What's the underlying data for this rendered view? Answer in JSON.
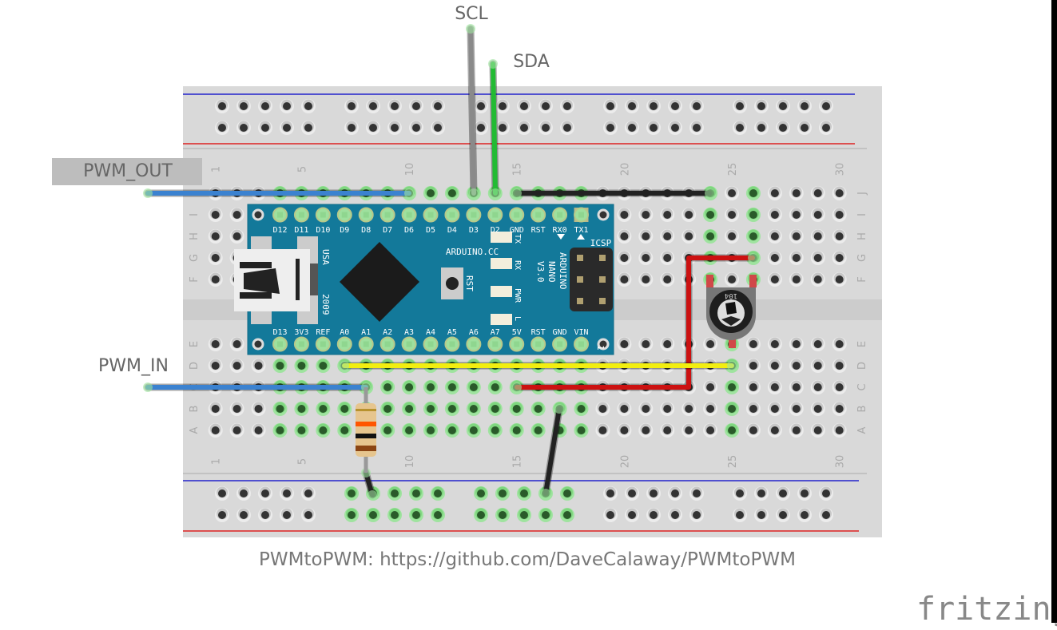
{
  "labels": {
    "scl": "SCL",
    "sda": "SDA",
    "pwm_out": "PWM_OUT",
    "pwm_in": "PWM_IN"
  },
  "caption": "PWMtoPWM: https://github.com/DaveCalaway/PWMtoPWM",
  "logo": "fritzing",
  "breadboard": {
    "column_numbers": [
      "1",
      "5",
      "10",
      "15",
      "20",
      "25",
      "30"
    ],
    "column_number_positions": [
      1,
      5,
      10,
      15,
      20,
      25,
      30
    ],
    "rows_top": [
      "J",
      "I",
      "H",
      "G",
      "F"
    ],
    "rows_bottom": [
      "E",
      "D",
      "C",
      "B",
      "A"
    ],
    "columns": 30
  },
  "arduino": {
    "top_pins": [
      "D12",
      "D11",
      "D10",
      "D9",
      "D8",
      "D7",
      "D6",
      "D5",
      "D4",
      "D3",
      "D2",
      "GND",
      "RST",
      "RX0",
      "TX1"
    ],
    "bottom_pins": [
      "D13",
      "3V3",
      "REF",
      "A0",
      "A1",
      "A2",
      "A3",
      "A4",
      "A5",
      "A6",
      "A7",
      "5V",
      "RST",
      "GND",
      "VIN"
    ],
    "site": "ARDUINO.CC",
    "led_labels": [
      "TX",
      "RX",
      "PWR",
      "L"
    ],
    "reset_label": "RST",
    "country": "USA",
    "year": "2009",
    "model_lines": [
      "ARDUINO",
      "NANO",
      "V3.0"
    ],
    "icsp": "ICSP",
    "pin1": "1",
    "board_color": "#13799a"
  },
  "potentiometer": {
    "marking": "104"
  },
  "wire_colors": {
    "scl": "#8a8a8a",
    "sda": "#22bb33",
    "pwm": "#3b82d0",
    "gnd": "#222222",
    "vcc": "#cc1111",
    "signal": "#f2ee10"
  }
}
